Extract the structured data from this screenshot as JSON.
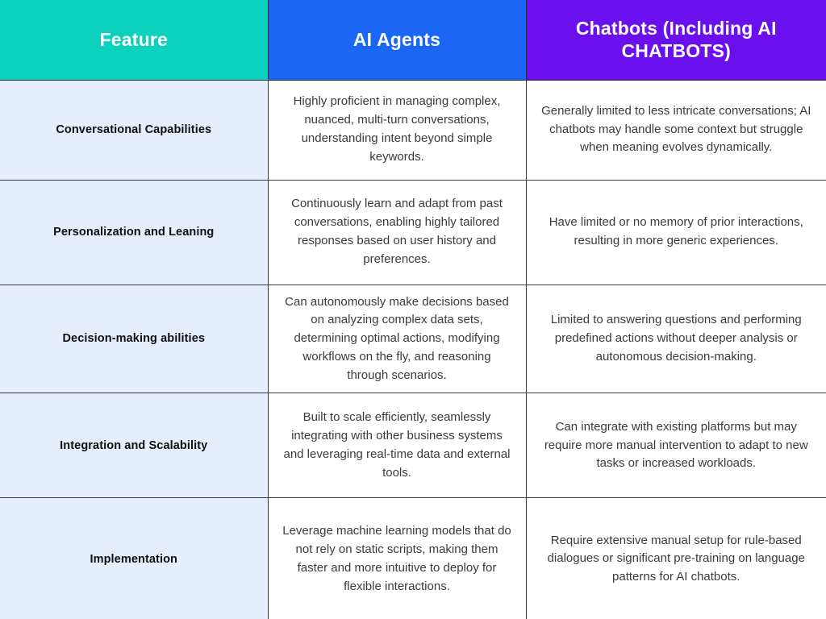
{
  "table": {
    "columns": [
      {
        "key": "feature",
        "label": "Feature",
        "header_bg": "#0ad2bd",
        "header_fg": "#ffffff"
      },
      {
        "key": "agents",
        "label": "AI Agents",
        "header_bg": "#1c66f5",
        "header_fg": "#ffffff"
      },
      {
        "key": "chatbots",
        "label": "Chatbots (Including AI CHATBOTS)",
        "header_bg": "#6a10ef",
        "header_fg": "#ffffff"
      }
    ],
    "body_colors": {
      "feature_cell_bg": "#e6edfd",
      "description_cell_bg": "#ffffff",
      "border": "#3a3a3a",
      "feature_text": "#101010",
      "description_text": "#3b3b3d"
    },
    "rows": [
      {
        "feature": "Conversational Capabilities",
        "agents": "Highly proficient in managing complex, nuanced, multi-turn conversations, understanding intent beyond simple keywords.",
        "chatbots": "Generally limited to less intricate conversations; AI chatbots may handle some context but struggle when meaning evolves dynamically."
      },
      {
        "feature": "Personalization and Leaning",
        "agents": "Continuously learn and adapt from past conversations, enabling highly tailored responses based on user history and preferences.",
        "chatbots": "Have limited or no memory of prior interactions, resulting in more generic experiences."
      },
      {
        "feature": "Decision-making abilities",
        "agents": "Can autonomously make decisions based on analyzing complex data sets, determining optimal actions, modifying workflows on the fly, and reasoning through scenarios.",
        "chatbots": "Limited to answering questions and performing predefined actions without deeper analysis or autonomous decision-making."
      },
      {
        "feature": "Integration and Scalability",
        "agents": "Built to scale efficiently, seamlessly integrating with other business systems and leveraging real-time data and external tools.",
        "chatbots": "Can integrate with existing platforms but may require more manual intervention to adapt to new tasks or increased workloads."
      },
      {
        "feature": "Implementation",
        "agents": "Leverage machine learning models that do not rely on static scripts, making them faster and more intuitive to deploy for flexible interactions.",
        "chatbots": "Require extensive manual setup for rule-based dialogues or significant pre-training on language patterns for AI chatbots."
      }
    ]
  }
}
